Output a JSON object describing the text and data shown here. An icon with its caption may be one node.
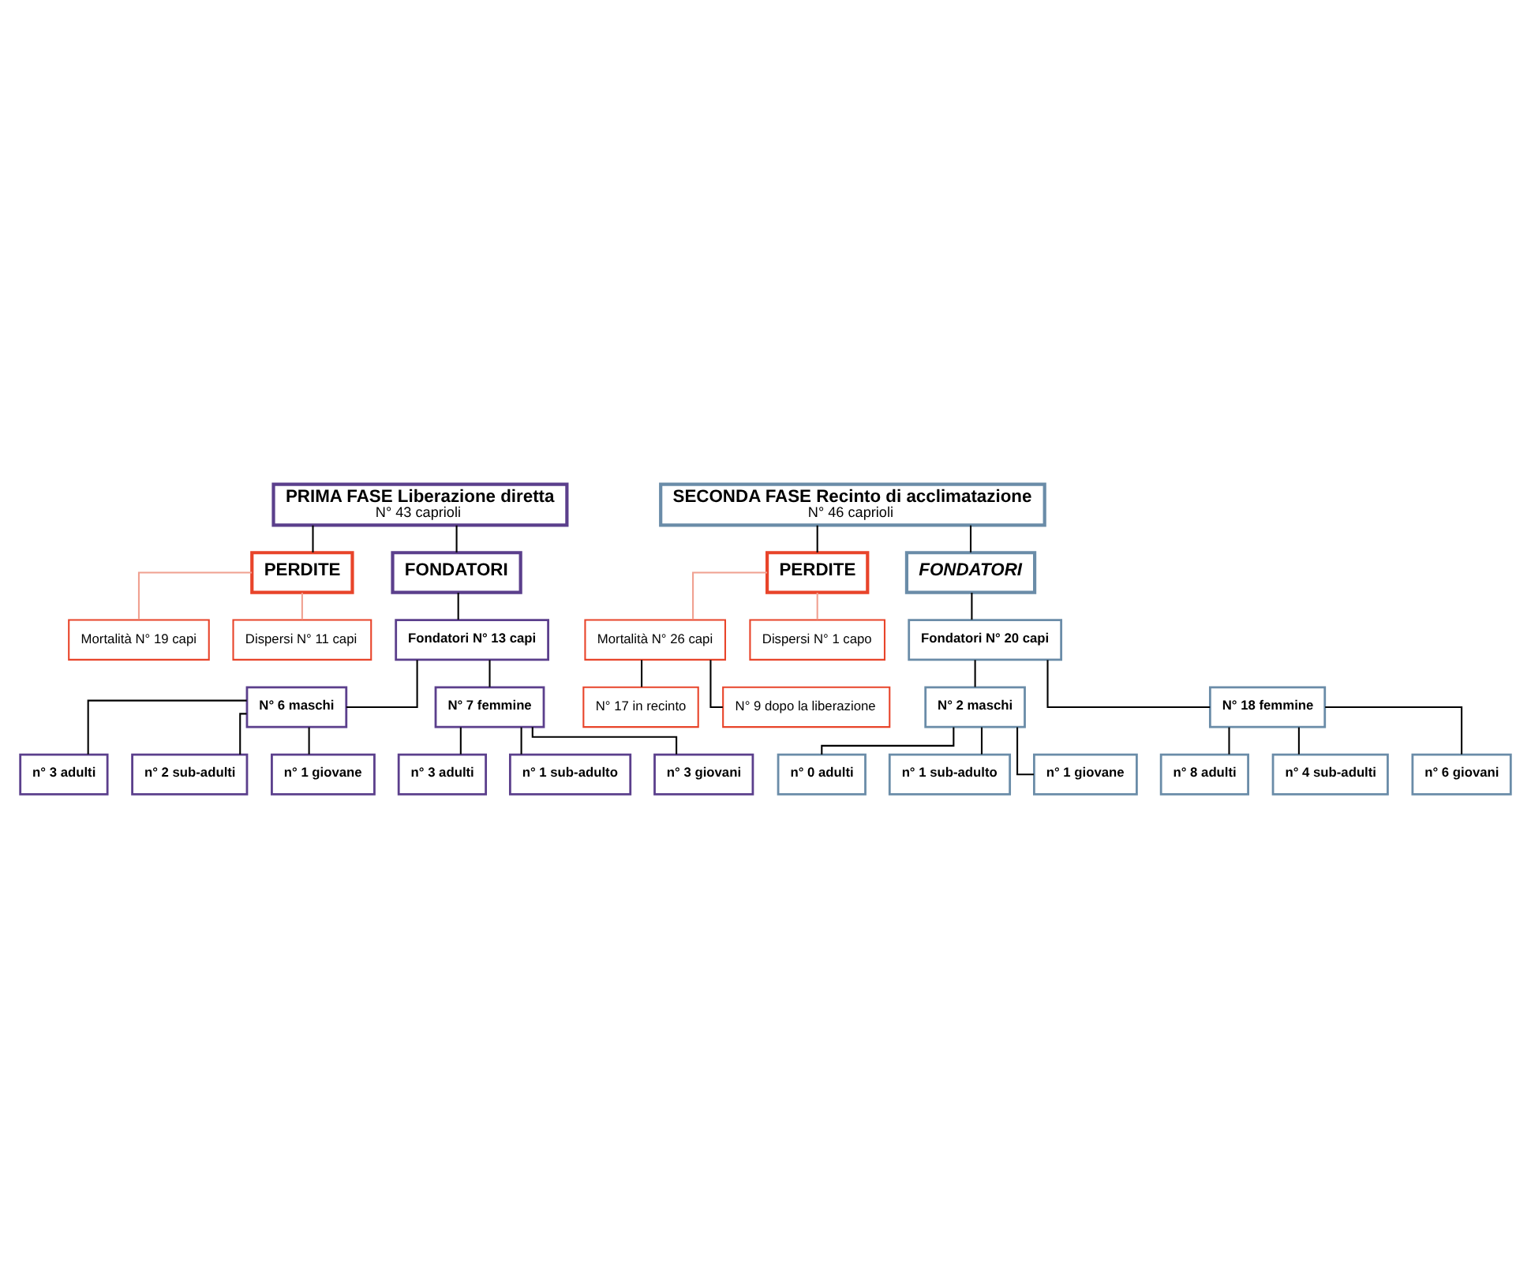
{
  "diagram": {
    "nodes": [
      {
        "text": [
          "PRIMA FASE Liberazione diretta",
          "N° 43 caprioli"
        ]
      },
      {
        "text": [
          "PERDITE"
        ]
      },
      {
        "text": [
          "Mortalità N° 19 capi"
        ]
      },
      {
        "text": [
          "Dispersi N° 11 capi"
        ]
      },
      {
        "text": [
          "FONDATORI"
        ]
      },
      {
        "text": [
          "Fondatori N° 13 capi"
        ]
      },
      {
        "text": [
          "N° 6 maschi"
        ]
      },
      {
        "text": [
          "N° 7 femmine"
        ]
      },
      {
        "text": [
          "n° 3 adulti"
        ]
      },
      {
        "text": [
          "n° 2 sub-adulti"
        ]
      },
      {
        "text": [
          "n° 1 giovane"
        ]
      },
      {
        "text": [
          "n° 3 adulti"
        ]
      },
      {
        "text": [
          "n° 1 sub-adulto"
        ]
      },
      {
        "text": [
          "n° 3 giovani"
        ]
      },
      {
        "text": [
          "SECONDA FASE Recinto di acclimatazione",
          "N° 46 caprioli"
        ]
      },
      {
        "text": [
          "PERDITE"
        ]
      },
      {
        "text": [
          "Mortalità N° 26 capi"
        ]
      },
      {
        "text": [
          "Dispersi N° 1 capo"
        ]
      },
      {
        "text": [
          "N° 17 in recinto"
        ]
      },
      {
        "text": [
          "N° 9 dopo la liberazione"
        ]
      },
      {
        "text": [
          "FONDATORI"
        ]
      },
      {
        "text": [
          "Fondatori N° 20 capi"
        ]
      },
      {
        "text": [
          "N° 2 maschi"
        ]
      },
      {
        "text": [
          "N° 18 femmine"
        ]
      },
      {
        "text": [
          "n° 0 adulti"
        ]
      },
      {
        "text": [
          "n° 1 sub-adulto"
        ]
      },
      {
        "text": [
          "n° 1 giovane"
        ]
      },
      {
        "text": [
          "n° 8 adulti"
        ]
      },
      {
        "text": [
          "n° 4 sub-adulti"
        ]
      },
      {
        "text": [
          "n° 6 giovani"
        ]
      }
    ],
    "edges": [
      {
        "from": 0,
        "to": 1,
        "arrow": "none"
      },
      {
        "from": 1,
        "to": 2,
        "arrow": "none",
        "color": "#f0a090"
      },
      {
        "from": 1,
        "to": 3,
        "arrow": "none",
        "color": "#f0a090"
      },
      {
        "from": 0,
        "to": 4,
        "arrow": "none"
      },
      {
        "from": 4,
        "to": 5,
        "arrow": "none"
      },
      {
        "from": 5,
        "to": 6,
        "arrow": "none"
      },
      {
        "from": 5,
        "to": 7,
        "arrow": "none"
      },
      {
        "from": 6,
        "to": 8,
        "arrow": "none"
      },
      {
        "from": 6,
        "to": 9,
        "arrow": "none"
      },
      {
        "from": 6,
        "to": 10,
        "arrow": "none"
      },
      {
        "from": 7,
        "to": 11,
        "arrow": "none"
      },
      {
        "from": 7,
        "to": 12,
        "arrow": "none"
      },
      {
        "from": 7,
        "to": 13,
        "arrow": "none"
      },
      {
        "from": 14,
        "to": 15,
        "arrow": "none"
      },
      {
        "from": 15,
        "to": 16,
        "arrow": "none",
        "color": "#f0a090"
      },
      {
        "from": 15,
        "to": 17,
        "arrow": "none",
        "color": "#f0a090"
      },
      {
        "from": 16,
        "to": 18,
        "arrow": "none"
      },
      {
        "from": 16,
        "to": 19,
        "arrow": "none"
      },
      {
        "from": 14,
        "to": 20,
        "arrow": "none"
      },
      {
        "from": 20,
        "to": 21,
        "arrow": "none"
      },
      {
        "from": 21,
        "to": 22,
        "arrow": "none"
      },
      {
        "from": 21,
        "to": 23,
        "arrow": "none"
      },
      {
        "from": 22,
        "to": 24,
        "arrow": "none"
      },
      {
        "from": 22,
        "to": 25,
        "arrow": "none"
      },
      {
        "from": 22,
        "to": 26,
        "arrow": "none"
      },
      {
        "from": 23,
        "to": 27,
        "arrow": "none"
      },
      {
        "from": 23,
        "to": 28,
        "arrow": "none"
      },
      {
        "from": 23,
        "to": 29,
        "arrow": "none"
      }
    ]
  }
}
